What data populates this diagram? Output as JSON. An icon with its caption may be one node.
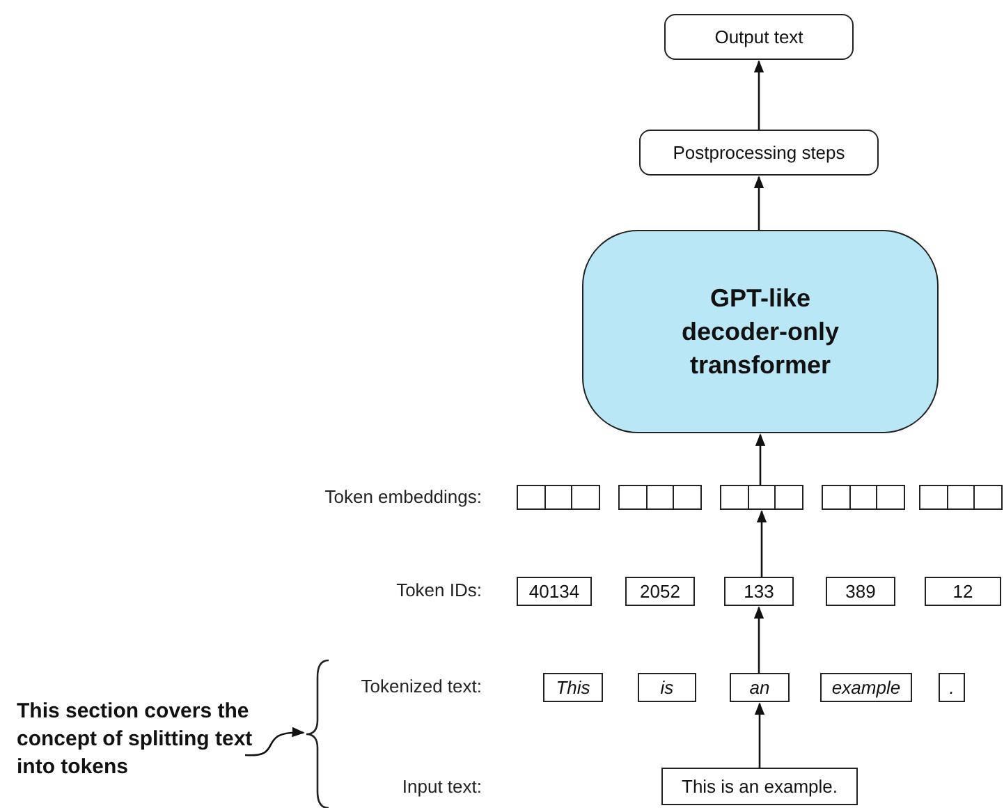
{
  "diagram": {
    "nodes": [
      {
        "text": [
          "Output text"
        ]
      },
      {
        "text": [
          "Postprocessing steps"
        ]
      },
      {
        "text": [
          "GPT-like decoder-only transformer"
        ]
      },
      {
        "text": [],
        "shape": "box"
      },
      {
        "text": [],
        "shape": "box"
      },
      {
        "text": [],
        "shape": "box"
      },
      {
        "text": [],
        "shape": "box"
      },
      {
        "text": [],
        "shape": "box"
      },
      {
        "text": [
          "40134"
        ]
      },
      {
        "text": [
          "2052"
        ]
      },
      {
        "text": [
          "133"
        ]
      },
      {
        "text": [
          "389"
        ]
      },
      {
        "text": [
          "12"
        ]
      },
      {
        "text": [
          "This"
        ]
      },
      {
        "text": [
          "is"
        ]
      },
      {
        "text": [
          "an"
        ]
      },
      {
        "text": [
          "example"
        ]
      },
      {
        "text": [
          "."
        ]
      },
      {
        "text": [
          "This section covers the concept of splitting text into tokens"
        ]
      },
      {
        "text": [],
        "shape": "brace"
      },
      {
        "text": [
          "This is an example."
        ]
      }
    ],
    "edges": [
      {
        "from": 20,
        "to": 15,
        "arrow": "to"
      },
      {
        "from": 15,
        "to": 10,
        "arrow": "to"
      },
      {
        "from": 10,
        "to": 5,
        "arrow": "to"
      },
      {
        "from": 5,
        "to": 2,
        "arrow": "to"
      },
      {
        "from": 2,
        "to": 1,
        "arrow": "to"
      },
      {
        "from": 1,
        "to": 0,
        "arrow": "to"
      },
      {
        "from": 18,
        "to": 19,
        "arrow": "to"
      }
    ],
    "labels": [
      "Token embeddings:",
      "Token IDs:",
      "Tokenized text:",
      "Input text:"
    ]
  }
}
